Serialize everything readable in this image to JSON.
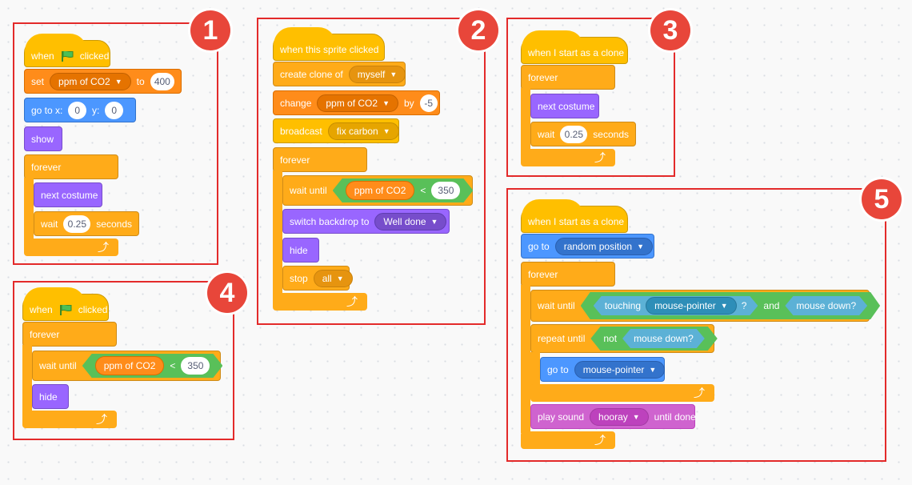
{
  "badges": [
    "1",
    "2",
    "3",
    "4",
    "5"
  ],
  "colors": {
    "events": "#ffbf00",
    "control": "#ffab19",
    "variables": "#ff8c1a",
    "motion": "#4c97ff",
    "looks": "#9966ff",
    "sound": "#cf63cf",
    "operators": "#59c059",
    "sensing": "#5cb1d6",
    "frame": "#e32a2a"
  },
  "script1": {
    "hat_when": "when",
    "hat_clicked": "clicked",
    "set_label": "set",
    "set_var": "ppm of CO2",
    "set_to": "to",
    "set_value": "400",
    "goto_label": "go to x:",
    "goto_x": "0",
    "goto_y_label": "y:",
    "goto_y": "0",
    "show": "show",
    "forever": "forever",
    "next_costume": "next costume",
    "wait": "wait",
    "wait_value": "0.25",
    "seconds": "seconds"
  },
  "script2": {
    "hat": "when this sprite clicked",
    "create_clone": "create clone of",
    "clone_target": "myself",
    "change": "change",
    "change_var": "ppm of CO2",
    "by": "by",
    "change_value": "-5",
    "broadcast": "broadcast",
    "broadcast_msg": "fix carbon",
    "forever": "forever",
    "wait_until": "wait until",
    "reporter": "ppm of CO2",
    "lt": "<",
    "compare_value": "350",
    "switch_backdrop": "switch backdrop to",
    "backdrop": "Well done",
    "hide": "hide",
    "stop": "stop",
    "stop_option": "all"
  },
  "script3": {
    "hat": "when I start as a clone",
    "forever": "forever",
    "next_costume": "next costume",
    "wait": "wait",
    "wait_value": "0.25",
    "seconds": "seconds"
  },
  "script4": {
    "hat_when": "when",
    "hat_clicked": "clicked",
    "forever": "forever",
    "wait_until": "wait until",
    "reporter": "ppm of CO2",
    "lt": "<",
    "compare_value": "350",
    "hide": "hide"
  },
  "script5": {
    "hat": "when I start as a clone",
    "goto": "go to",
    "goto_target": "random position",
    "forever": "forever",
    "wait_until": "wait until",
    "touching": "touching",
    "touching_target": "mouse-pointer",
    "question": "?",
    "and": "and",
    "mouse_down": "mouse down?",
    "repeat_until": "repeat until",
    "not": "not",
    "mouse_down2": "mouse down?",
    "goto2": "go to",
    "goto2_target": "mouse-pointer",
    "play_sound": "play sound",
    "sound": "hooray",
    "until_done": "until done"
  }
}
